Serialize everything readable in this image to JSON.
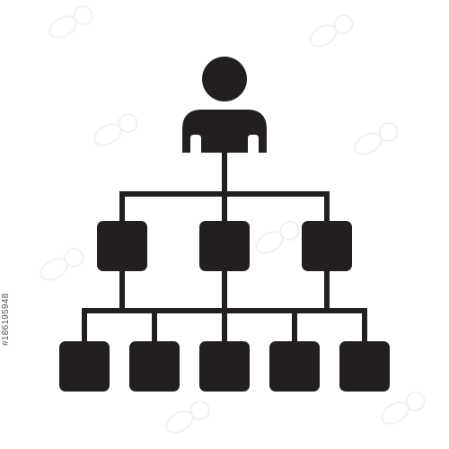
{
  "icon": {
    "name": "organization-hierarchy-icon",
    "color": "#231f20",
    "background": "#ffffff",
    "levels": [
      {
        "name": "top-person",
        "count": 1
      },
      {
        "name": "middle-boxes",
        "count": 3
      },
      {
        "name": "bottom-boxes",
        "count": 5
      }
    ]
  },
  "watermark": {
    "id_text": "#186195948",
    "stock_mark": "adobe-stock-watermark"
  }
}
